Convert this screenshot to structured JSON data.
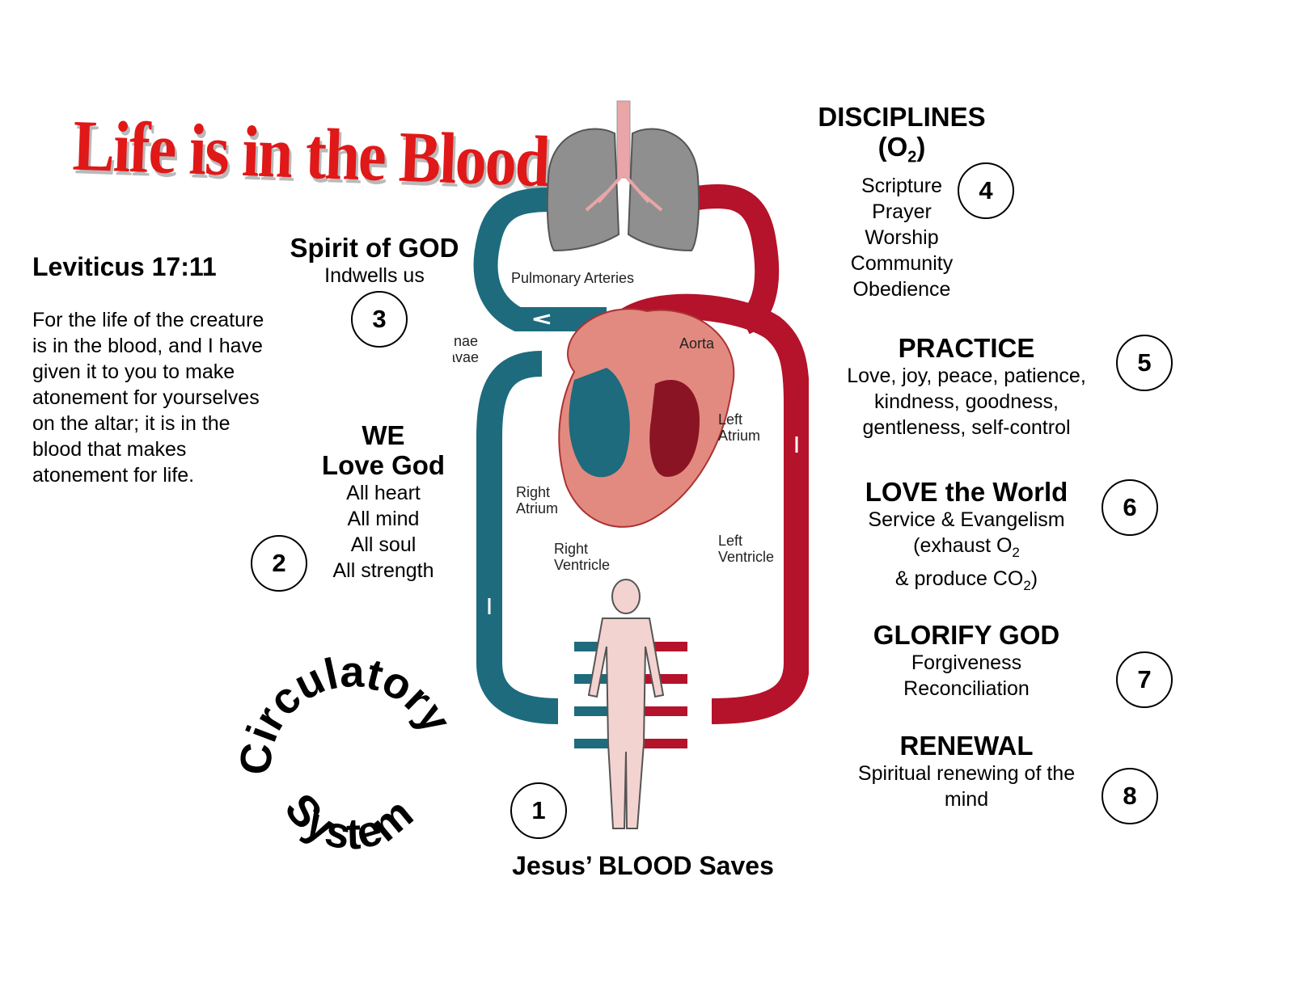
{
  "title": "Life is in the Blood",
  "leviticus": {
    "reference": "Leviticus 17:11",
    "text": "For the life of the creature is in the blood, and I have given it to you to make atonement for yourselves on the altar; it is in the blood that makes atonement for life."
  },
  "circular_title": "Circulatory System",
  "diagram_labels": {
    "pulmonary_arteries": "Pulmonary Arteries",
    "venae_line1": "Venae",
    "venae_line2": "Cavae",
    "aorta": "Aorta",
    "left_atrium_1": "Left",
    "left_atrium_2": "Atrium",
    "right_atrium_1": "Right",
    "right_atrium_2": "Atrium",
    "right_ventricle_1": "Right",
    "right_ventricle_2": "Ventricle",
    "left_ventricle_1": "Left",
    "left_ventricle_2": "Ventricle"
  },
  "steps": {
    "one": {
      "number": "1",
      "heading": "Jesus’ BLOOD Saves"
    },
    "two": {
      "number": "2",
      "heading_line1": "WE",
      "heading_line2": "Love God",
      "lines": [
        "All heart",
        "All mind",
        "All soul",
        "All strength"
      ]
    },
    "three": {
      "number": "3",
      "heading": "Spirit of GOD",
      "line": "Indwells us"
    },
    "four": {
      "number": "4",
      "heading": "DISCIPLINES",
      "formula_open": "(O",
      "formula_sub": "2",
      "formula_close": ")",
      "lines": [
        "Scripture",
        "Prayer",
        "Worship",
        "Community",
        "Obedience"
      ]
    },
    "five": {
      "number": "5",
      "heading": "PRACTICE",
      "lines": [
        "Love, joy, peace, patience,",
        "kindness, goodness,",
        "gentleness, self-control"
      ]
    },
    "six": {
      "number": "6",
      "heading": "LOVE the World",
      "line1": "Service & Evangelism",
      "line2_text": "(exhaust O",
      "line2_sub": "2",
      "line3_text": "& produce CO",
      "line3_sub": "2",
      "line3_close": ")"
    },
    "seven": {
      "number": "7",
      "heading": "GLORIFY GOD",
      "lines": [
        "Forgiveness",
        "Reconciliation"
      ]
    },
    "eight": {
      "number": "8",
      "heading": "RENEWAL",
      "lines": [
        "Spiritual renewing of the",
        "mind"
      ]
    }
  },
  "colors": {
    "title_red": "#e01818",
    "venous": "#1d6b7d",
    "arterial": "#b5122b",
    "heart": "#e38a80",
    "lung": "#8f8f8f",
    "body": "#f3d3d0"
  }
}
